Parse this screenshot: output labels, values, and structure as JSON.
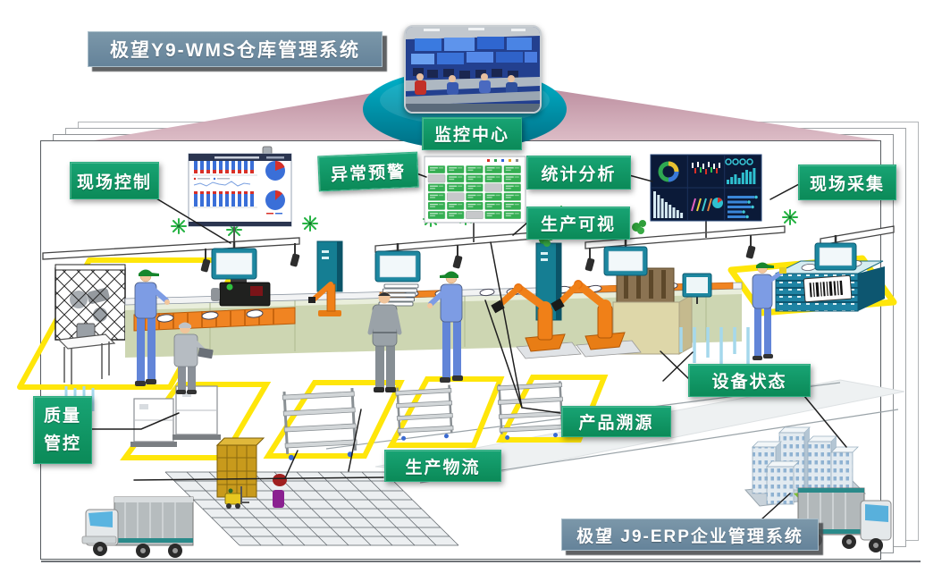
{
  "system_labels": {
    "wms": "极望Y9-WMS仓库管理系统",
    "erp": "极望 J9-ERP企业管理系统"
  },
  "hub": {
    "label": "监控中心"
  },
  "labels": {
    "field_control": "现场控制",
    "abnormal_warning": "异常预警",
    "statistics": "统计分析",
    "production_visual": "生产可视",
    "field_collection": "现场采集",
    "equipment_status": "设备状态",
    "product_trace": "产品溯源",
    "quality_control": "质量管控",
    "production_logistics": "生产物流"
  },
  "colors": {
    "label_green": "#0f9a64",
    "system_label_slate": "#6d8ba0",
    "hub_ellipse_teal": "#00a0b8",
    "beam_pink": "#c79dab",
    "lane_yellow": "#ffe60a",
    "conveyor_orange": "#f08020",
    "robot_orange": "#f07818",
    "worker_blue": "#7d9ce4",
    "rack_teal": "#1f84a4"
  }
}
